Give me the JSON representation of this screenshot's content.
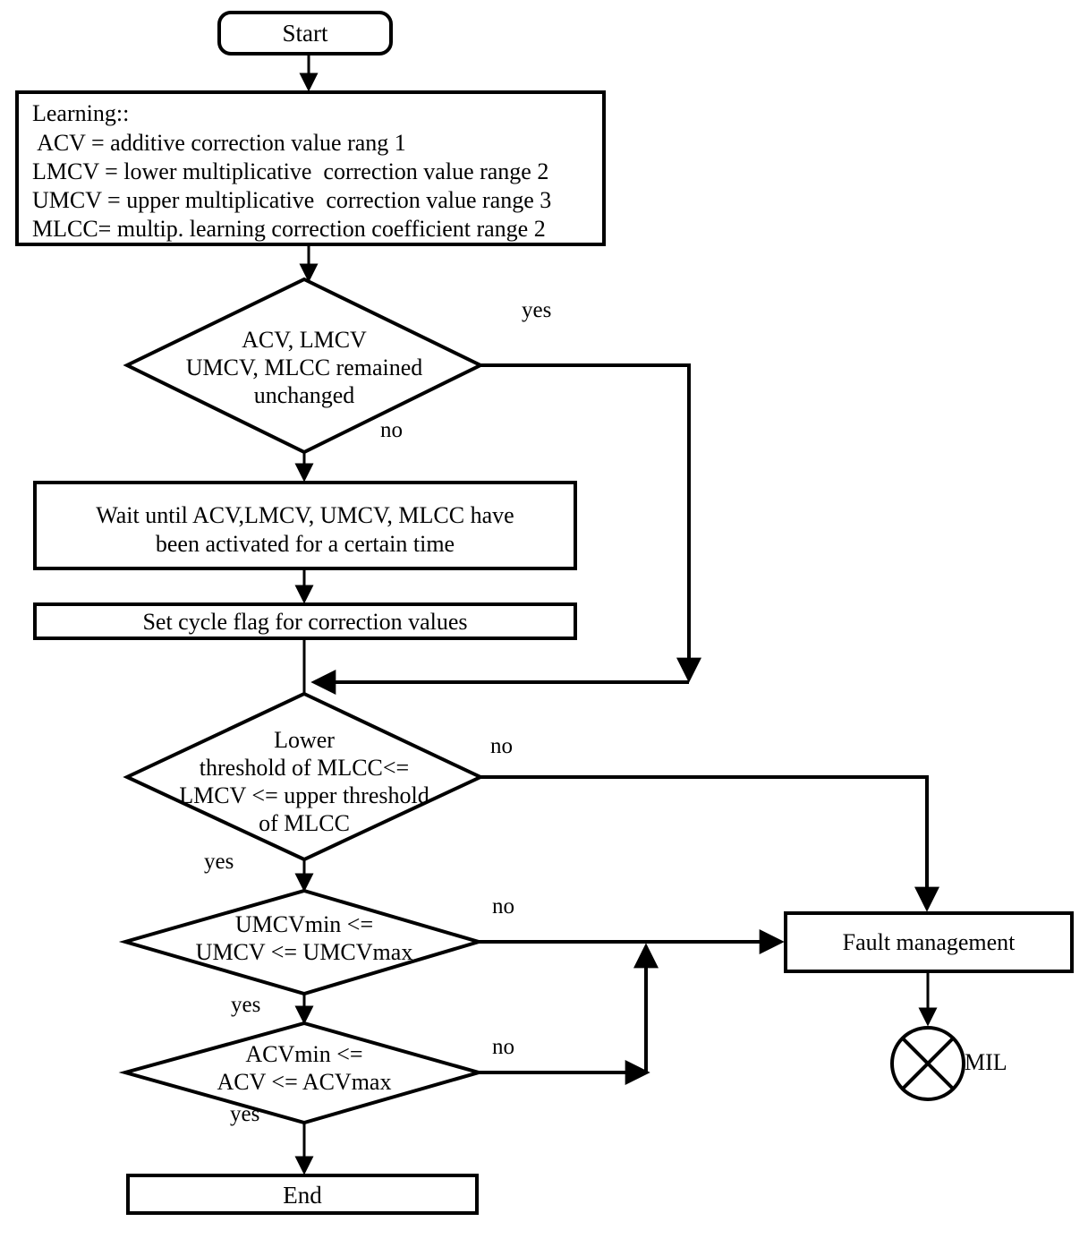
{
  "diagram": {
    "title": "Learning correction value monitoring flowchart",
    "type": "flowchart",
    "background_color": "#ffffff",
    "line_color": "#000000",
    "nodes": {
      "start": {
        "shape": "rounded-rectangle",
        "label": "Start"
      },
      "learning": {
        "shape": "rectangle",
        "lines": [
          "Learning::",
          " ACV = additive correction value rang 1",
          "LMCV = lower multiplicative  correction value range 2",
          "UMCV = upper multiplicative  correction value range 3",
          "MLCC= multip. learning correction coefficient range 2"
        ]
      },
      "decision_unchanged": {
        "shape": "diamond",
        "lines": [
          "ACV, LMCV",
          "UMCV, MLCC remained",
          "unchanged"
        ]
      },
      "wait": {
        "shape": "rectangle",
        "lines": [
          "Wait until ACV,LMCV, UMCV, MLCC have",
          "been activated for a certain time"
        ]
      },
      "set_cycle_flag": {
        "shape": "rectangle",
        "lines": [
          "Set cycle flag for correction values"
        ]
      },
      "decision_mlcc": {
        "shape": "diamond",
        "lines": [
          "Lower",
          "threshold of MLCC<=",
          "LMCV <= upper threshold",
          "of MLCC"
        ]
      },
      "decision_umcv": {
        "shape": "diamond",
        "lines": [
          "UMCVmin <=",
          "UMCV <= UMCVmax"
        ]
      },
      "decision_acv": {
        "shape": "diamond",
        "lines": [
          "ACVmin <=",
          "ACV <= ACVmax"
        ]
      },
      "fault_management": {
        "shape": "rectangle",
        "label": "Fault management"
      },
      "mil": {
        "shape": "circle-with-cross",
        "label": "MIL"
      },
      "end": {
        "shape": "rectangle",
        "label": "End"
      }
    },
    "edge_labels": {
      "unchanged_yes": "yes",
      "unchanged_no": "no",
      "mlcc_no": "no",
      "mlcc_yes": "yes",
      "umcv_no": "no",
      "umcv_yes": "yes",
      "acv_no": "no",
      "acv_yes": "yes"
    }
  }
}
